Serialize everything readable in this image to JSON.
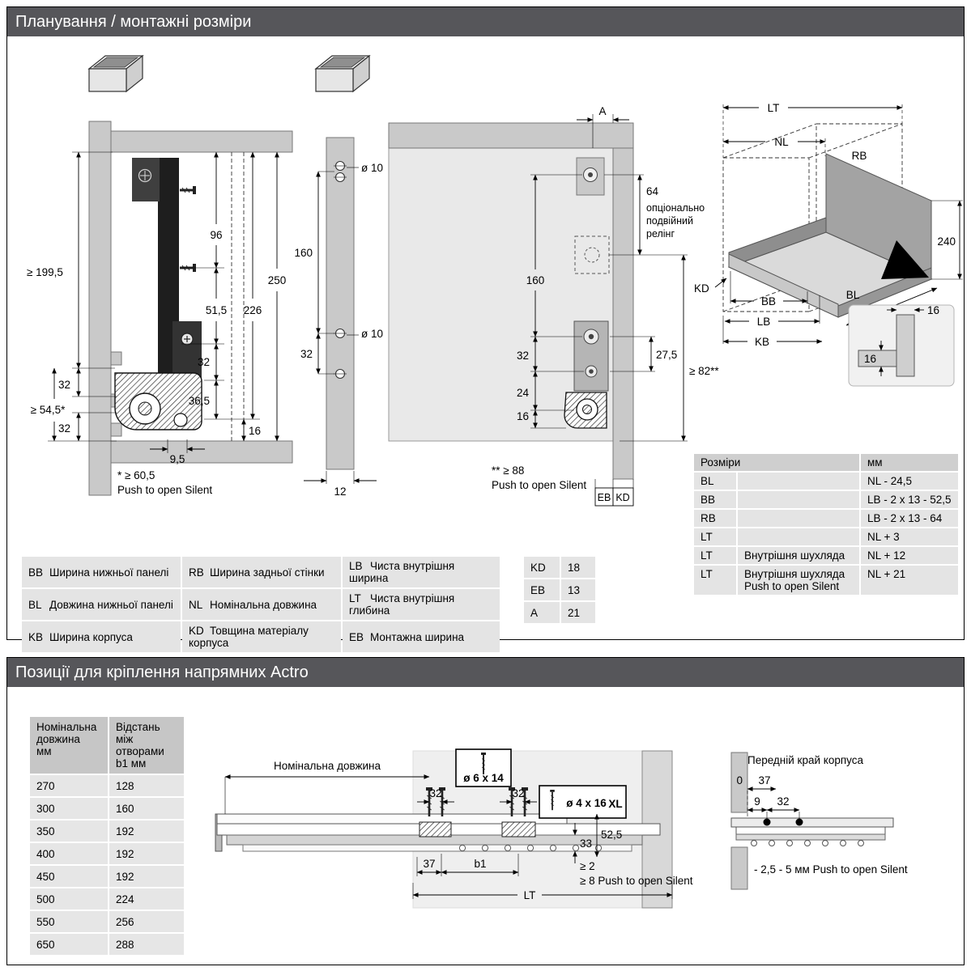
{
  "sections": {
    "s1_title": "Планування / монтажні розміри",
    "s2_title": "Позиції для кріплення напрямних Actro"
  },
  "d1": {
    "dim_199": "≥ 199,5",
    "dim_96": "96",
    "dim_51": "51,5",
    "dim_226": "226",
    "dim_250": "250",
    "dim_32_mid": "32",
    "dim_36": "36,5",
    "dim_16": "16",
    "dim_32_top": "32",
    "dim_54": "≥ 54,5*",
    "dim_32_bot": "32",
    "dim_9": "9,5",
    "note_60": "* ≥ 60,5",
    "note_push": "Push to open Silent"
  },
  "d2": {
    "dia_top": "ø 10",
    "dim_160": "160",
    "dia_bot": "ø 10",
    "dim_32": "32",
    "dim_12": "12"
  },
  "d3": {
    "dim_a": "A",
    "dim_64": "64",
    "opt_line1": "опціонально",
    "opt_line2": "подвійний",
    "opt_line3": "релінг",
    "dim_160": "160",
    "dim_32": "32",
    "dim_27": "27,5",
    "dim_24": "24",
    "dim_16": "16",
    "dim_82": "≥ 82**",
    "note_88": "** ≥ 88",
    "note_push": "Push to open Silent",
    "label_eb": "EB",
    "label_kd": "KD"
  },
  "d4": {
    "lt": "LT",
    "nl": "NL",
    "rb": "RB",
    "dim_240": "240",
    "kd": "KD",
    "bb": "BB",
    "lb": "LB",
    "kb": "KB",
    "bl": "BL",
    "inset_16_top": "16",
    "inset_16_left": "16"
  },
  "legend": {
    "rows": [
      [
        {
          "code": "BB",
          "label": "Ширина нижньої панелі"
        },
        {
          "code": "RB",
          "label": "Ширина задньої стінки"
        },
        {
          "code": "LB",
          "label": "Чиста внутрішня ширина"
        }
      ],
      [
        {
          "code": "BL",
          "label": "Довжина нижньої панелі"
        },
        {
          "code": "NL",
          "label": "Номінальна довжина"
        },
        {
          "code": "LT",
          "label": "Чиста внутрішня глибина"
        }
      ],
      [
        {
          "code": "KB",
          "label": "Ширина корпуса"
        },
        {
          "code": "KD",
          "label": "Товщина матеріалу корпуса"
        },
        {
          "code": "EB",
          "label": "Монтажна ширина"
        }
      ]
    ]
  },
  "abc_table": {
    "rows": [
      {
        "code": "KD",
        "value": "18"
      },
      {
        "code": "EB",
        "value": "13"
      },
      {
        "code": "A",
        "value": "21"
      }
    ]
  },
  "dims_table": {
    "header_left": "Розміри",
    "header_right": "мм",
    "rows": [
      {
        "code": "BL",
        "sub": "",
        "value": "NL - 24,5"
      },
      {
        "code": "BB",
        "sub": "",
        "value": "LB - 2 x 13 - 52,5"
      },
      {
        "code": "RB",
        "sub": "",
        "value": "LB - 2 x 13 - 64"
      },
      {
        "code": "LT",
        "sub": "",
        "value": "NL + 3"
      },
      {
        "code": "LT",
        "sub": "Внутрішня шухляда",
        "value": "NL + 12"
      },
      {
        "code": "LT",
        "sub": "Внутрішня шухляда\nPush to open Silent",
        "value": "NL + 21"
      }
    ]
  },
  "len_table": {
    "header_col1": "Номінальна\nдовжина\nмм",
    "header_col2": "Відстань між\nотворами\nb1 мм",
    "rows": [
      {
        "nl": "270",
        "b1": "128"
      },
      {
        "nl": "300",
        "b1": "160"
      },
      {
        "nl": "350",
        "b1": "192"
      },
      {
        "nl": "400",
        "b1": "192"
      },
      {
        "nl": "450",
        "b1": "192"
      },
      {
        "nl": "500",
        "b1": "224"
      },
      {
        "nl": "550",
        "b1": "256"
      },
      {
        "nl": "650",
        "b1": "288"
      }
    ]
  },
  "d5": {
    "nominal_len": "Номінальна довжина",
    "screw_box1": "ø 6 x 14",
    "screw_box2": "ø 4 x 16",
    "screw_box2_xl": "XL",
    "dim_32_a": "32",
    "dim_32_b": "32",
    "dim_33": "33",
    "dim_52": "52,5",
    "dim_37": "37",
    "dim_b1": "b1",
    "dim_lt": "LT",
    "dim_ge2": "≥ 2",
    "note_ge8": "≥ 8 Push to open Silent"
  },
  "d6": {
    "front_edge": "Передній край корпуса",
    "dim_0": "0",
    "dim_37": "37",
    "dim_9": "9",
    "dim_32": "32",
    "note": "- 2,5 - 5 мм Push to open Silent"
  }
}
